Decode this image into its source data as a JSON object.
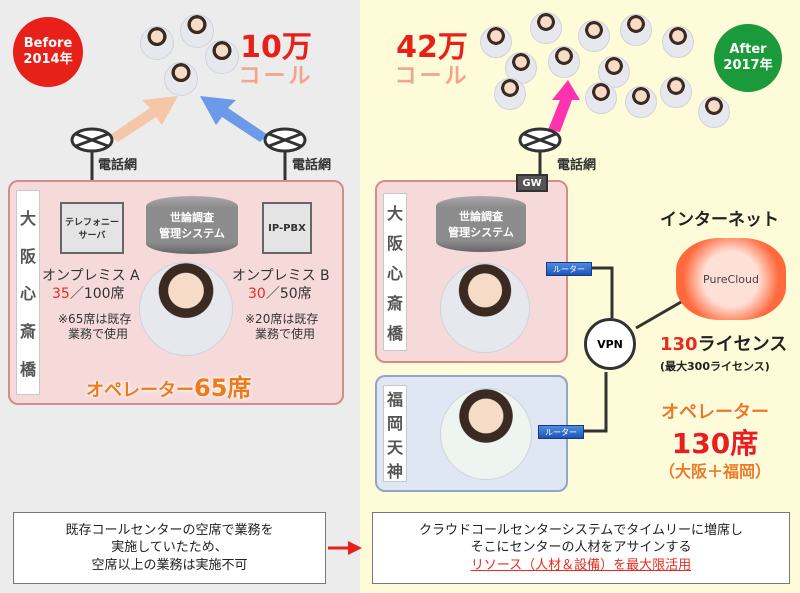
{
  "before": {
    "badge_line1": "Before",
    "badge_line2": "2014年",
    "calls_number": "10万",
    "calls_unit": "コール",
    "network_label": "電話網",
    "site_label_chars": [
      "大",
      "阪",
      "心",
      "斎",
      "橋"
    ],
    "database_label_line1": "世論調査",
    "database_label_line2": "管理システム",
    "server_label": "テレフォニーサーバ",
    "pbx_label": "IP-PBX",
    "onprem_a": {
      "title": "オンプレミス A",
      "used": "35",
      "total": "／100席",
      "note_line1": "※65席は既存",
      "note_line2": "業務で使用"
    },
    "onprem_b": {
      "title": "オンプレミス B",
      "used": "30",
      "total": "／50席",
      "note_line1": "※20席は既存",
      "note_line2": "業務で使用"
    },
    "operator_label": "オペレーター",
    "operator_count": "65席",
    "note_line1": "既存コールセンターの空席で業務を",
    "note_line2": "実施していたため、",
    "note_line3": "空席以上の業務は実施不可"
  },
  "after": {
    "badge_line1": "After",
    "badge_line2": "2017年",
    "calls_number": "42万",
    "calls_unit": "コール",
    "network_label": "電話網",
    "gw_label": "GW",
    "internet_label": "インターネット",
    "cloud_label": "PureCloud",
    "osaka_label_chars": [
      "大",
      "阪",
      "心",
      "斎",
      "橋"
    ],
    "fukuoka_label_chars": [
      "福",
      "岡",
      "天",
      "神"
    ],
    "database_label_line1": "世論調査",
    "database_label_line2": "管理システム",
    "router_label": "ルーター",
    "vpn_label": "VPN",
    "license_number": "130",
    "license_text": "ライセンス",
    "license_max": "(最大300ライセンス)",
    "operator_label": "オペレーター",
    "operator_count": "130席",
    "operator_sites": "（大阪＋福岡）",
    "note_line1": "クラウドコールセンターシステムでタイムリーに増席し",
    "note_line2": "そこにセンターの人材をアサインする",
    "note_line3": "リソース（人材＆設備）を最大限活用"
  },
  "colors": {
    "before_badge": "#e8201a",
    "after_badge": "#1a9a3a",
    "accent_red": "#e8201a",
    "accent_orange": "#ef7a1a"
  }
}
